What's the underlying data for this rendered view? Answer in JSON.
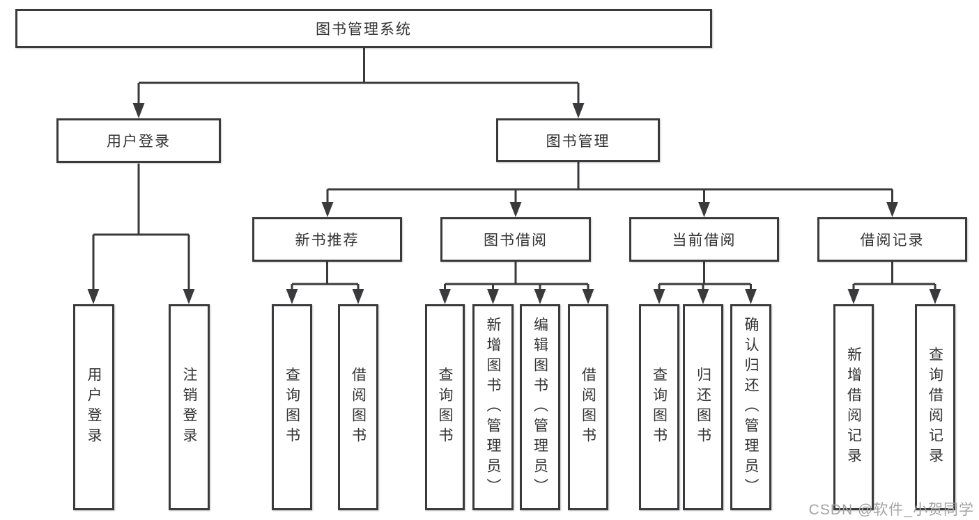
{
  "watermark": "CSDN @软件_小贺同学",
  "colors": {
    "line": "#3a3a3c",
    "text": "#333333",
    "background": "#ffffff",
    "watermark": "#a3a3a3"
  },
  "tree": {
    "root": "图书管理系统",
    "branches": [
      {
        "label": "用户登录",
        "children": [
          {
            "label": "用户登录"
          },
          {
            "label": "注销登录"
          }
        ]
      },
      {
        "label": "图书管理",
        "children": [
          {
            "label": "新书推荐",
            "children": [
              {
                "label": "查询图书"
              },
              {
                "label": "借阅图书"
              }
            ]
          },
          {
            "label": "图书借阅",
            "children": [
              {
                "label": "查询图书"
              },
              {
                "label": "新增图书（管理员）"
              },
              {
                "label": "编辑图书（管理员）"
              },
              {
                "label": "借阅图书"
              }
            ]
          },
          {
            "label": "当前借阅",
            "children": [
              {
                "label": "查询图书"
              },
              {
                "label": "归还图书"
              },
              {
                "label": "确认归还（管理员）"
              }
            ]
          },
          {
            "label": "借阅记录",
            "children": [
              {
                "label": "新增借阅记录"
              },
              {
                "label": "查询借阅记录"
              }
            ]
          }
        ]
      }
    ]
  }
}
